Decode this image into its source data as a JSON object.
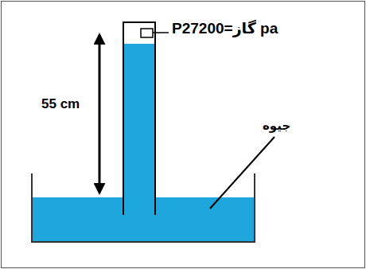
{
  "diagram": {
    "labels": [
      "55 cm",
      "Pگاز=27200 pa",
      "جیوه"
    ]
  }
}
